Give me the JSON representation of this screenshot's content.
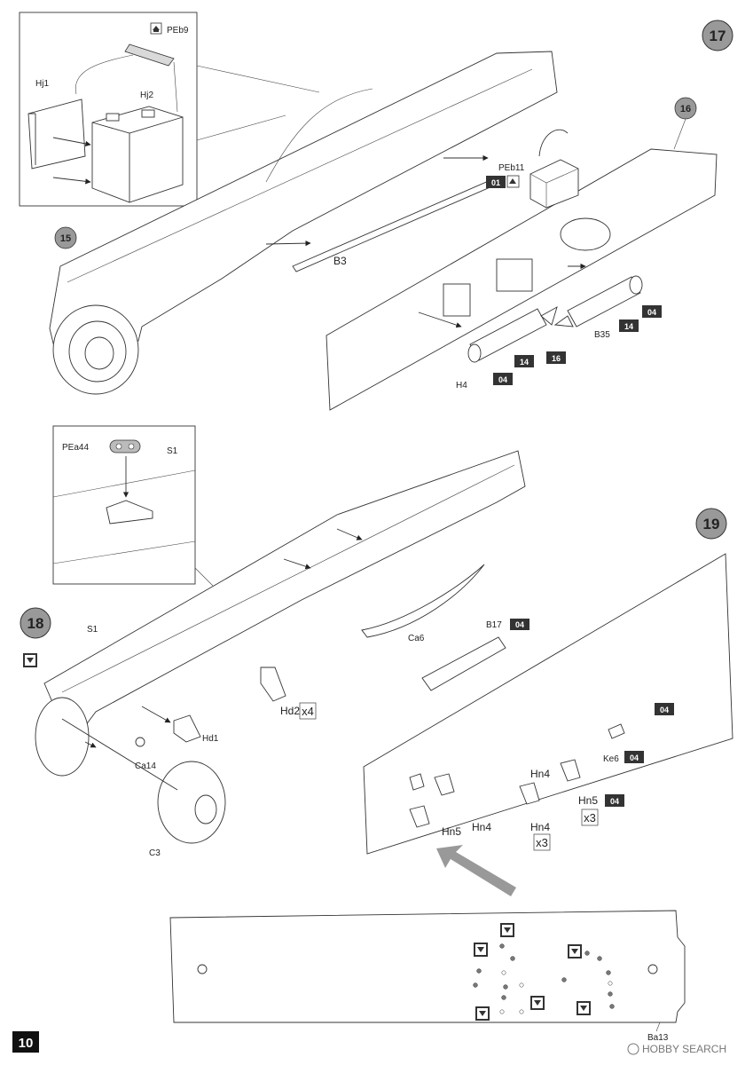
{
  "page_number": "10",
  "watermark": "HOBBY SEARCH",
  "steps": {
    "s15": "15",
    "s16": "16",
    "s17": "17",
    "s18": "18",
    "s19": "19"
  },
  "labels": {
    "PEb9": "PEb9",
    "Hj1": "Hj1",
    "Hj2": "Hj2",
    "B3": "B3",
    "PEb11": "PEb11",
    "H4": "H4",
    "B35": "B35",
    "PEa44": "PEa44",
    "S1_detail": "S1",
    "S1_main": "S1",
    "Ca6": "Ca6",
    "Hd2": "Hd2",
    "Hd1": "Hd1",
    "Ca14": "Ca14",
    "C3": "C3",
    "B17": "B17",
    "Ke6": "Ke6",
    "Hn4_a": "Hn4",
    "Hn5_a": "Hn5",
    "Hn4_b": "Hn4",
    "Hn5_b": "Hn5",
    "Hn4_c": "Hn4",
    "Ba13": "Ba13"
  },
  "paint_codes": {
    "p01": "01",
    "p04_a": "04",
    "p14_a": "14",
    "p16": "16",
    "p14_b": "14",
    "p04_b": "04",
    "p04_c": "04",
    "p04_d": "04",
    "p04_e": "04",
    "p04_f": "04"
  },
  "multipliers": {
    "hd2": "x4",
    "hn5": "x3",
    "hn4": "x3"
  },
  "icons": [
    "bend-up-icon",
    "drill-hole-icon"
  ]
}
